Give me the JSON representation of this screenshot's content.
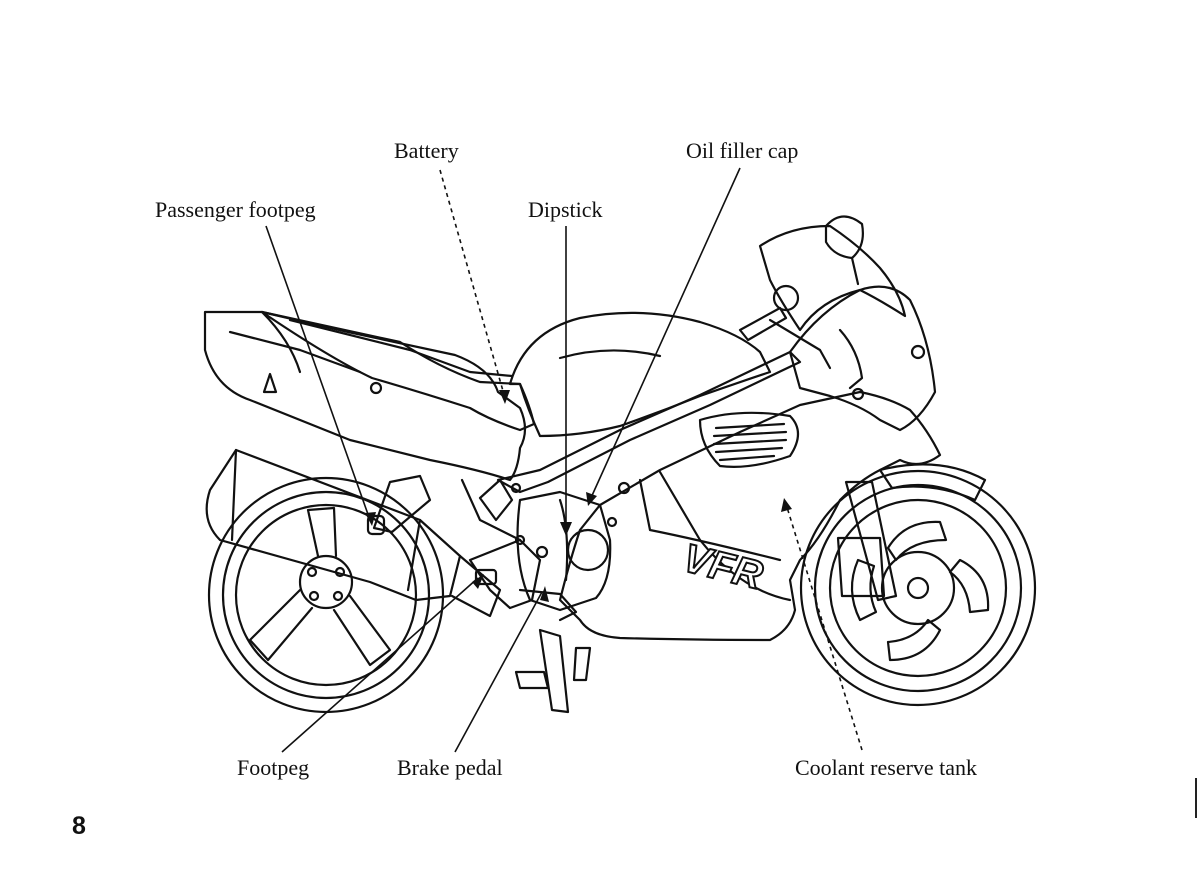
{
  "labels": {
    "battery": "Battery",
    "oil_filler_cap": "Oil filler cap",
    "passenger_footpeg": "Passenger footpeg",
    "dipstick": "Dipstick",
    "footpeg": "Footpeg",
    "brake_pedal": "Brake pedal",
    "coolant_reserve_tank": "Coolant reserve tank"
  },
  "bodywork_marking": "VFR",
  "page_number": "8",
  "colors": {
    "ink": "#111111",
    "paper": "#ffffff"
  }
}
